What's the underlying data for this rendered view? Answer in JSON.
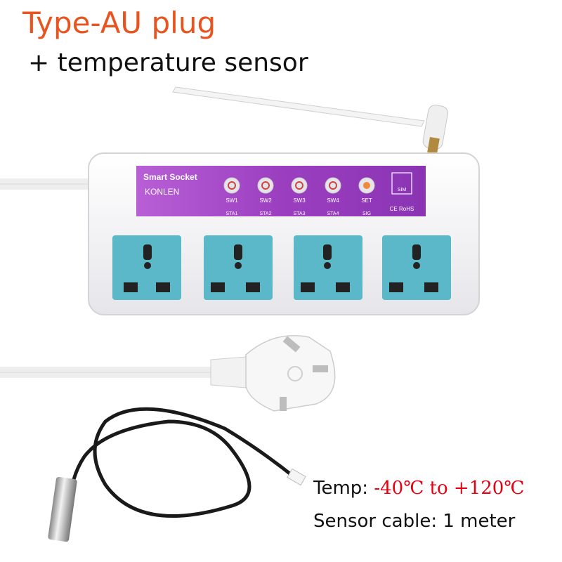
{
  "header": {
    "title": "Type-AU plug",
    "subtitle": "+ temperature sensor"
  },
  "panel": {
    "brand_line": "Smart Socket",
    "brand_name": "KONLEN",
    "buttons": [
      "SW1",
      "SW2",
      "SW3",
      "SW4",
      "SET"
    ],
    "indicators": [
      "STA1",
      "STA2",
      "STA3",
      "STA4",
      "SIG"
    ],
    "sim_label": "SIM",
    "cert_label": "CE RoHS"
  },
  "specs": {
    "temp_label": "Temp: ",
    "temp_range": "-40℃ to +120℃",
    "cable_text": "Sensor cable: 1 meter"
  },
  "colors": {
    "title": "#e8541f",
    "range": "#e60012",
    "panel": "#9b3fc0",
    "socket": "#5ab8c8"
  }
}
